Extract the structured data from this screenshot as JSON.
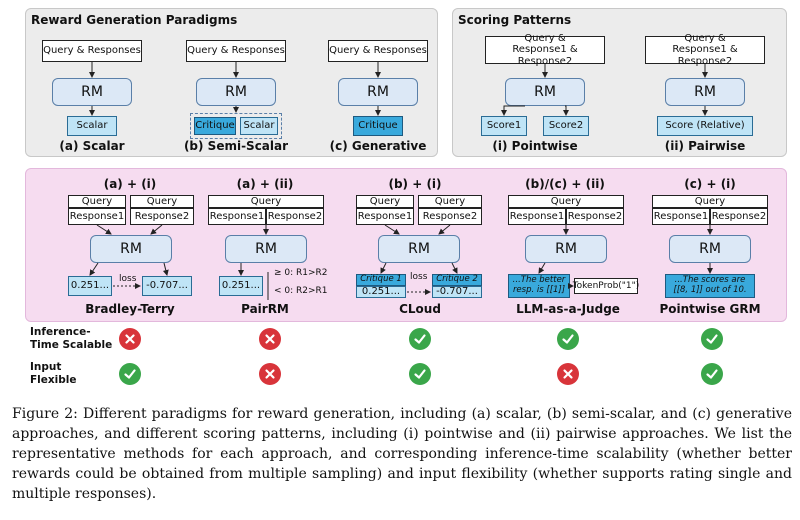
{
  "top_left": {
    "title": "Reward Generation Paradigms",
    "query": "Query & Responses",
    "rm": "RM",
    "scalar": "Scalar",
    "critique": "Critique",
    "label_a": "(a) Scalar",
    "label_b": "(b) Semi-Scalar",
    "label_c": "(c) Generative"
  },
  "top_right": {
    "title": "Scoring Patterns",
    "query": "Query &\nResponse1 & Response2",
    "rm": "RM",
    "score1": "Score1",
    "score2": "Score2",
    "score_rel": "Score (Relative)",
    "label_i": "(i) Pointwise",
    "label_ii": "(ii) Pairwise"
  },
  "methods": {
    "bt": {
      "combo": "(a) + (i)",
      "q1": "Query",
      "q2": "Query",
      "r1": "Response1",
      "r2": "Response2",
      "rm": "RM",
      "v1": "0.251...",
      "v2": "-0.707...",
      "loss": "loss",
      "name": "Bradley-Terry"
    },
    "pair": {
      "combo": "(a) + (ii)",
      "q": "Query",
      "r1": "Response1",
      "r2": "Response2",
      "rm": "RM",
      "v": "0.251...",
      "c1": "≥ 0: R1>R2",
      "c2": "< 0: R2>R1",
      "name": "PairRM"
    },
    "cloud": {
      "combo": "(b) + (i)",
      "q1": "Query",
      "q2": "Query",
      "r1": "Response1",
      "r2": "Response2",
      "rm": "RM",
      "crit1": "Critique 1",
      "crit2": "Critique 2",
      "v1": "0.251...",
      "v2": "-0.707...",
      "loss": "loss",
      "name": "CLoud"
    },
    "judge": {
      "combo": "(b)/(c) + (ii)",
      "q": "Query",
      "r1": "Response1",
      "r2": "Response2",
      "rm": "RM",
      "text": "...The better resp. is [[1]]",
      "tok": "TokenProb(\"1\")",
      "name": "LLM-as-a-Judge"
    },
    "grm": {
      "combo": "(c) + (i)",
      "q": "Query",
      "r1": "Response1",
      "r2": "Response2",
      "rm": "RM",
      "text": "...The scores are [[8, 1]] out of 10.",
      "name": "Pointwise GRM"
    }
  },
  "rows": {
    "scalable": {
      "label": "Inference-\nTime Scalable",
      "values": [
        false,
        false,
        true,
        true,
        true
      ]
    },
    "flexible": {
      "label": "Input\nFlexible",
      "values": [
        true,
        false,
        true,
        false,
        true
      ]
    }
  },
  "colors": {
    "ok": "#3aa64a",
    "no": "#d8343a",
    "light_blue": "#bfe4f6",
    "dark_blue": "#39a9dc",
    "rm_blue": "#dce8f6",
    "pink": "#f6dcf0"
  },
  "icons": {
    "ok": "check-icon",
    "no": "cross-icon"
  },
  "caption": "Figure 2: Different paradigms for reward generation, including (a) scalar, (b) semi-scalar, and (c) generative approaches, and different scoring patterns, including (i) pointwise and (ii) pairwise approaches. We list the representative methods for each approach, and corresponding inference-time scalability (whether better rewards could be obtained from multiple sampling) and input flexibility (whether supports rating single and multiple responses)."
}
